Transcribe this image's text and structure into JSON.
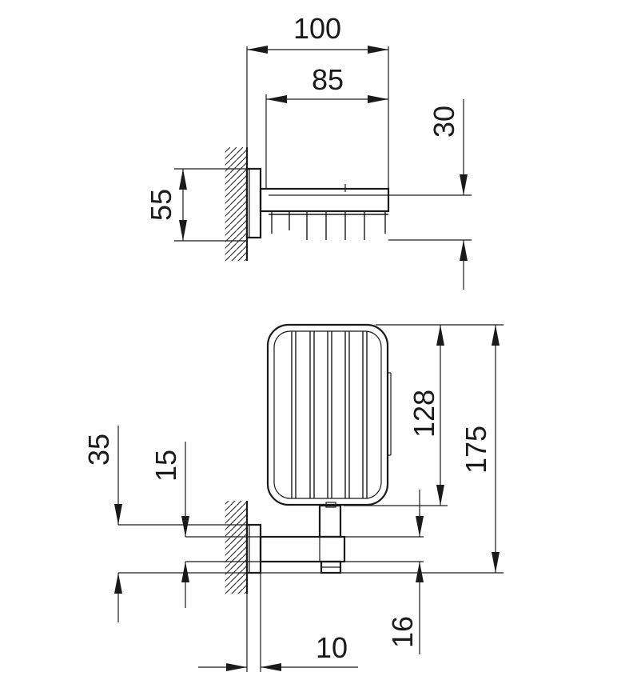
{
  "dimensions": {
    "top_view": {
      "overall_depth": "100",
      "basket_depth": "85",
      "basket_height": "30",
      "wall_plate_height": "55"
    },
    "front_view": {
      "basket_height": "128",
      "overall_height": "175",
      "plate_offset": "35",
      "arm_height": "15",
      "bottom_offset": "16",
      "plate_thickness": "10"
    }
  }
}
